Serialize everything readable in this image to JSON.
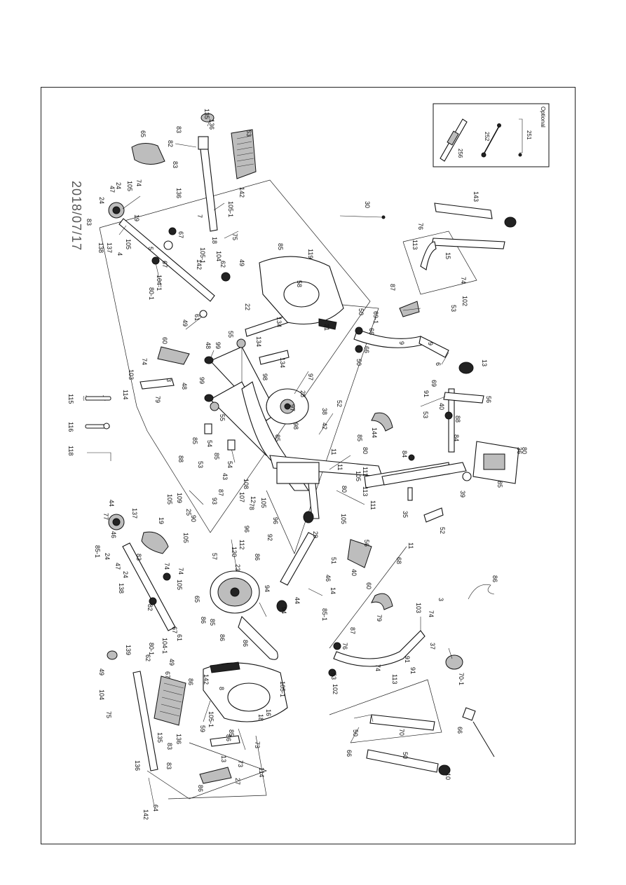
{
  "date_stamp": "2018/07/17",
  "optional_box": {
    "title": "Optional",
    "labels": [
      "256",
      "252",
      "251"
    ]
  },
  "tools": [
    {
      "number": "115",
      "icon": "open-wrench-icon"
    },
    {
      "number": "116",
      "icon": "combination-wrench-icon"
    },
    {
      "number": "118",
      "icon": "allen-key-icon"
    }
  ],
  "part_labels": [
    "135",
    "136",
    "83",
    "82",
    "65",
    "63",
    "83",
    "136",
    "142",
    "105-1",
    "74",
    "105",
    "47",
    "24",
    "24",
    "19",
    "83",
    "138",
    "137",
    "105",
    "4",
    "5",
    "67",
    "67",
    "104-1",
    "80-1",
    "7",
    "18",
    "75",
    "104",
    "105-1",
    "142",
    "62",
    "49",
    "61",
    "49",
    "60",
    "48",
    "99",
    "55",
    "74",
    "103",
    "3",
    "114",
    "79",
    "48",
    "99",
    "55",
    "54",
    "85",
    "54",
    "85",
    "22",
    "134",
    "134",
    "134",
    "98",
    "97",
    "28",
    "97",
    "98",
    "85",
    "85",
    "119",
    "58",
    "31",
    "30",
    "143",
    "76",
    "113",
    "15",
    "87",
    "74",
    "102",
    "53",
    "50",
    "66",
    "69-1",
    "66",
    "50",
    "9",
    "9",
    "6",
    "13",
    "69",
    "91",
    "53",
    "56",
    "40",
    "88",
    "52",
    "144",
    "42",
    "38",
    "85",
    "80",
    "111",
    "105",
    "113",
    "111",
    "80",
    "105",
    "11",
    "11",
    "80",
    "85",
    "39",
    "36",
    "84",
    "84",
    "35",
    "52",
    "11",
    "68",
    "56",
    "40",
    "88",
    "53",
    "43",
    "87",
    "105",
    "93",
    "109",
    "90",
    "25",
    "108",
    "107",
    "12",
    "78",
    "105",
    "96",
    "92",
    "96",
    "112",
    "120",
    "86",
    "23",
    "57",
    "94",
    "94",
    "29",
    "51",
    "46",
    "14",
    "44",
    "85-1",
    "44",
    "77",
    "46",
    "85-1",
    "24",
    "47",
    "24",
    "83",
    "138",
    "137",
    "19",
    "105",
    "74",
    "105",
    "74",
    "65",
    "82",
    "67",
    "80-1",
    "104-1",
    "61",
    "49",
    "67",
    "139",
    "62",
    "49",
    "104",
    "75",
    "135",
    "136",
    "83",
    "83",
    "136",
    "64",
    "142",
    "105-1",
    "18",
    "8",
    "142",
    "105-1",
    "59",
    "86",
    "86",
    "85",
    "86",
    "86",
    "86",
    "85",
    "73",
    "13",
    "73",
    "27",
    "114",
    "86",
    "86",
    "3",
    "103",
    "74",
    "79",
    "60",
    "37",
    "91",
    "91",
    "113",
    "70-1",
    "87",
    "76",
    "53",
    "102",
    "74",
    "70",
    "50",
    "66",
    "66",
    "50",
    "10",
    "16",
    "113",
    "76",
    "41",
    "30",
    "143",
    "86"
  ]
}
